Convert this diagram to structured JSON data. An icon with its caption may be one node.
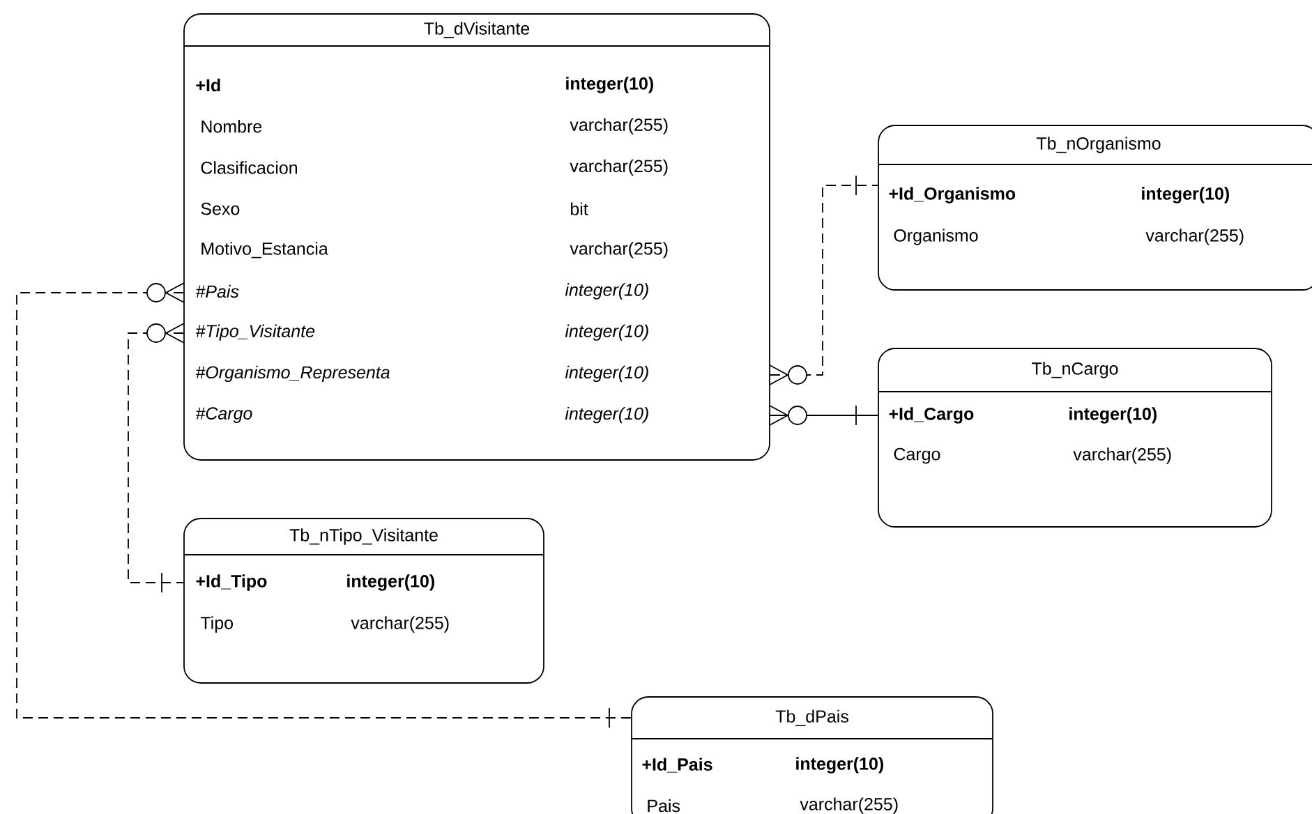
{
  "diagram": {
    "nodes": [
      {
        "text": [
          "Tb_dVisitante",
          "+Id",
          "integer(10)",
          "Nombre",
          "varchar(255)",
          "Clasificacion",
          "varchar(255)",
          "Sexo",
          "bit",
          "Motivo_Estancia",
          "varchar(255)",
          "#Pais",
          "integer(10)",
          "#Tipo_Visitante",
          "integer(10)",
          "#Organismo_Representa",
          "integer(10)",
          "#Cargo",
          "integer(10)"
        ]
      },
      {
        "text": [
          "Tb_nOrganismo",
          "+Id_Organismo",
          "integer(10)",
          "Organismo",
          "varchar(255)"
        ]
      },
      {
        "text": [
          "Tb_nCargo",
          "+Id_Cargo",
          "integer(10)",
          "Cargo",
          "varchar(255)"
        ]
      },
      {
        "text": [
          "Tb_nTipo_Visitante",
          "+Id_Tipo",
          "integer(10)",
          "Tipo",
          "varchar(255)"
        ]
      },
      {
        "text": [
          "Tb_dPais",
          "+Id_Pais",
          "integer(10)",
          "Pais",
          "varchar(255)"
        ]
      }
    ],
    "edges": [
      {
        "from": 0,
        "to": 1,
        "arrow": "other",
        "style": "dashed"
      },
      {
        "from": 0,
        "to": 2,
        "arrow": "other"
      },
      {
        "from": 0,
        "to": 3,
        "arrow": "other",
        "style": "dashed"
      },
      {
        "from": 0,
        "to": 4,
        "arrow": "other",
        "style": "dashed"
      }
    ]
  }
}
